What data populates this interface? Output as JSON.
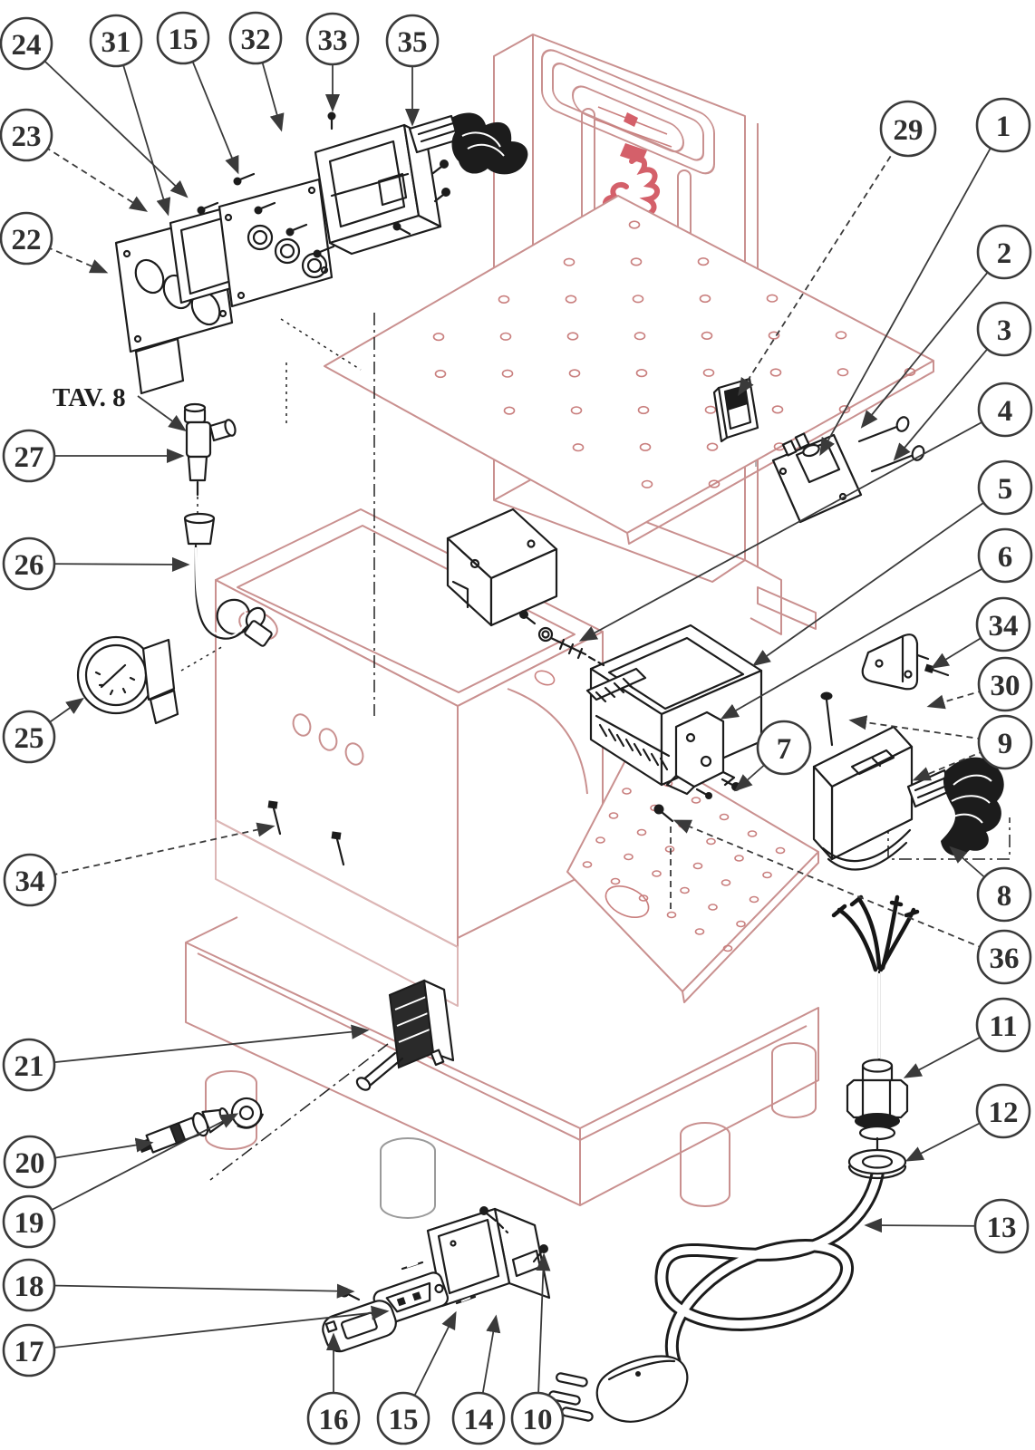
{
  "diagram": {
    "type": "exploded-parts-diagram",
    "subject": "espresso-machine-electrical-components",
    "reference_label": "TAV. 8",
    "callouts": [
      {
        "label": "24"
      },
      {
        "label": "31"
      },
      {
        "label": "15"
      },
      {
        "label": "32"
      },
      {
        "label": "33"
      },
      {
        "label": "35"
      },
      {
        "label": "23"
      },
      {
        "label": "22"
      },
      {
        "label": "29"
      },
      {
        "label": "1"
      },
      {
        "label": "2"
      },
      {
        "label": "3"
      },
      {
        "label": "4"
      },
      {
        "label": "5"
      },
      {
        "label": "6"
      },
      {
        "label": "34"
      },
      {
        "label": "30"
      },
      {
        "label": "9"
      },
      {
        "label": "8"
      },
      {
        "label": "36"
      },
      {
        "label": "11"
      },
      {
        "label": "12"
      },
      {
        "label": "13"
      },
      {
        "label": "27"
      },
      {
        "label": "26"
      },
      {
        "label": "25"
      },
      {
        "label": "34"
      },
      {
        "label": "21"
      },
      {
        "label": "20"
      },
      {
        "label": "19"
      },
      {
        "label": "18"
      },
      {
        "label": "17"
      },
      {
        "label": "7"
      },
      {
        "label": "16"
      },
      {
        "label": "15"
      },
      {
        "label": "14"
      },
      {
        "label": "10"
      }
    ]
  },
  "colors": {
    "background": "#ffffff",
    "body-outline": "#c9908f",
    "body-light": "#dcb6b5",
    "body-accent": "#c97f7e",
    "logo": "#d4606a",
    "part-line": "#1c1c1c",
    "callout-line": "#3a3a3a"
  }
}
